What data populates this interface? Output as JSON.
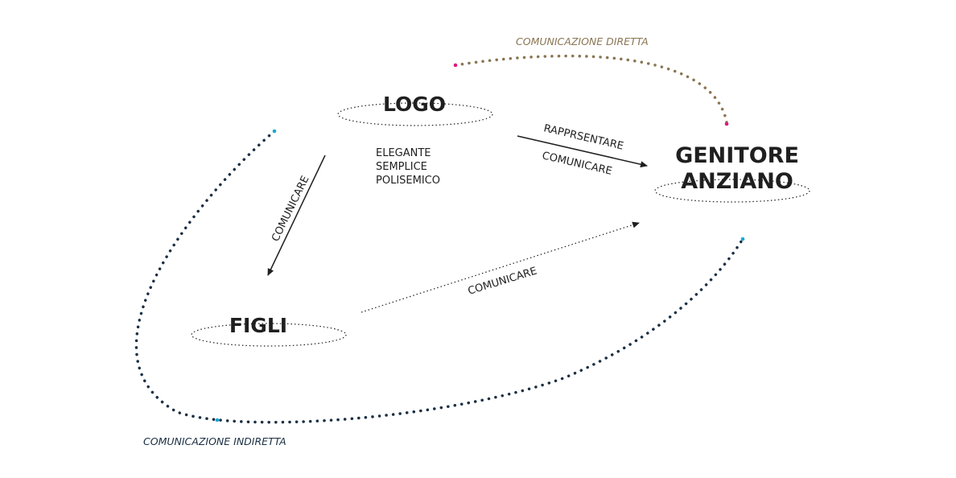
{
  "nodes": {
    "logo": "LOGO",
    "figli": "FIGLI",
    "genitore_line1": "GENITORE",
    "genitore_line2": "ANZIANO"
  },
  "logo_attributes": [
    "ELEGANTE",
    "SEMPLICE",
    "POLISEMICO"
  ],
  "edges": {
    "logo_to_figli": "COMUNICARE",
    "logo_to_genitore_top": "RAPPRSENTARE",
    "logo_to_genitore_bottom": "COMUNICARE",
    "figli_to_genitore": "COMUNICARE"
  },
  "captions": {
    "direct": "COMUNICAZIONE DIRETTA",
    "indirect": "COMUNICAZIONE INDIRETTA"
  },
  "colors": {
    "direct_arc": "#8a7552",
    "indirect_arc": "#1b2f44",
    "direct_endpoint": "#e0197d",
    "indirect_endpoint": "#1aa8d6",
    "text": "#1f1f1f"
  }
}
